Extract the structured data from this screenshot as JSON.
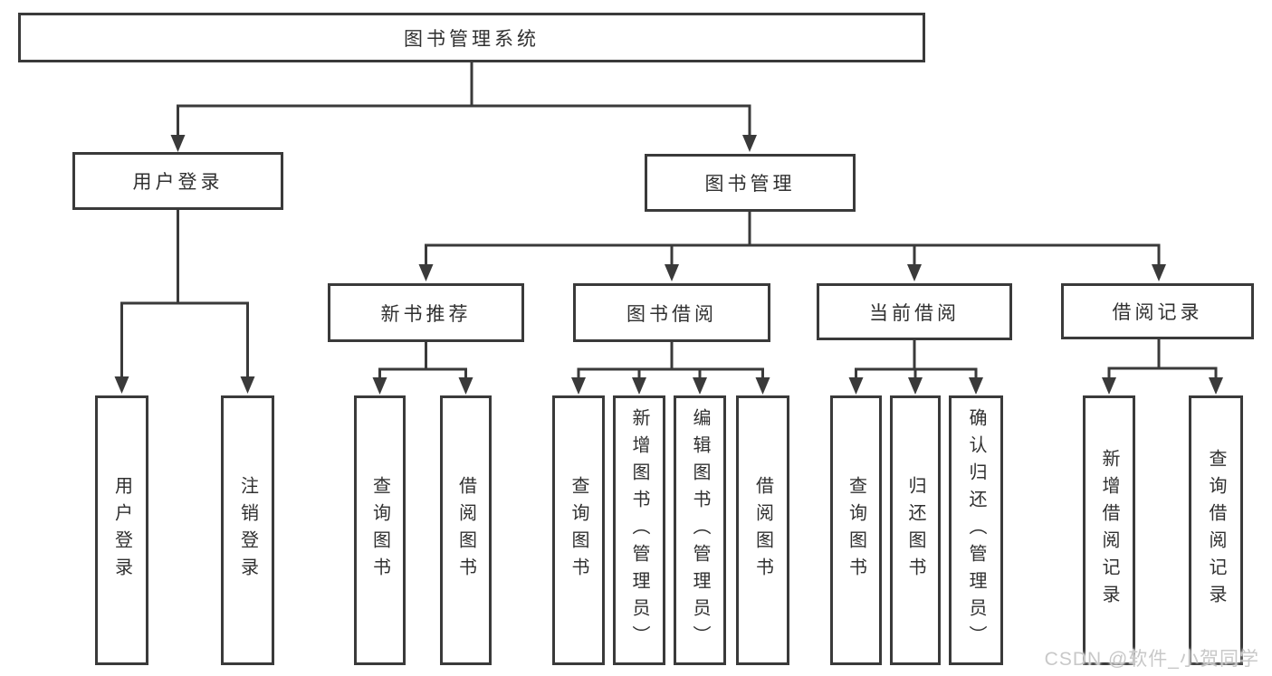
{
  "diagram": {
    "type": "function-structure-tree",
    "colors": {
      "line": "#3a3a3a",
      "box_border": "#3a3a3a",
      "text": "#303030",
      "background": "#ffffff",
      "watermark": "#c8c8c8"
    },
    "watermark": "CSDN @软件_小贺同学",
    "tree": {
      "label": "图书管理系统",
      "children": [
        {
          "label": "用户登录",
          "children": [
            {
              "label": "用户登录"
            },
            {
              "label": "注销登录"
            }
          ]
        },
        {
          "label": "图书管理",
          "children": [
            {
              "label": "新书推荐",
              "children": [
                {
                  "label": "查询图书"
                },
                {
                  "label": "借阅图书"
                }
              ]
            },
            {
              "label": "图书借阅",
              "children": [
                {
                  "label": "查询图书"
                },
                {
                  "label": "新增图书（管理员）"
                },
                {
                  "label": "编辑图书（管理员）"
                },
                {
                  "label": "借阅图书"
                }
              ]
            },
            {
              "label": "当前借阅",
              "children": [
                {
                  "label": "查询图书"
                },
                {
                  "label": "归还图书"
                },
                {
                  "label": "确认归还（管理员）"
                }
              ]
            },
            {
              "label": "借阅记录",
              "children": [
                {
                  "label": "新增借阅记录"
                },
                {
                  "label": "查询借阅记录"
                }
              ]
            }
          ]
        }
      ]
    }
  }
}
